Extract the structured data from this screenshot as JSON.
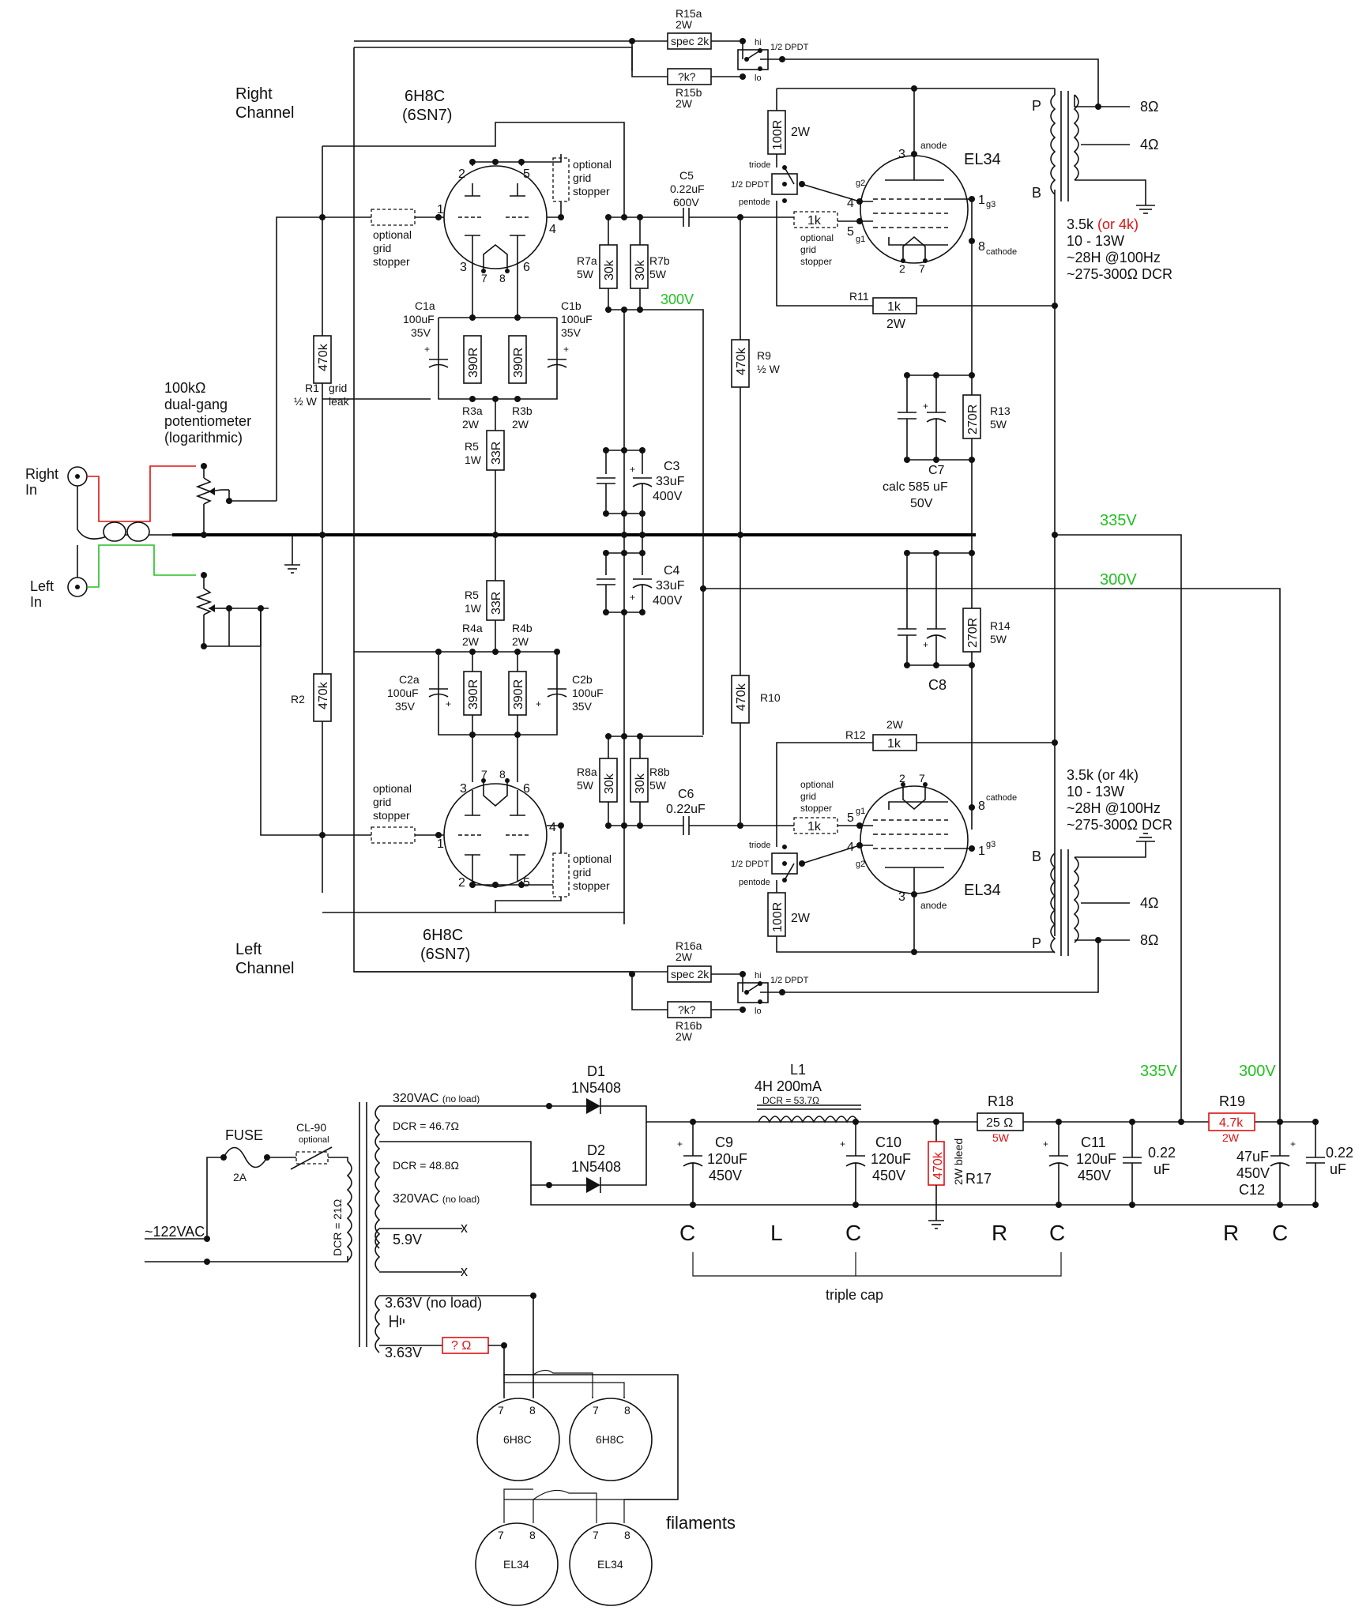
{
  "channels": {
    "right": "Right\nChannel",
    "left": "Left\nChannel"
  },
  "inputs": {
    "right": "Right\nIn",
    "left": "Left\nIn",
    "pot": "100kΩ\ndual-gang\npotentiometer\n(logarithmic)"
  },
  "tubes": {
    "driver_top": "6H8C\n(6SN7)",
    "driver_bottom": "6H8C\n(6SN7)",
    "power_top": "EL34",
    "power_bottom": "EL34",
    "pins": {
      "p1": "1",
      "p2": "2",
      "p3": "3",
      "p4": "4",
      "p5": "5",
      "p6": "6",
      "p7": "7",
      "p8": "8"
    },
    "anode": "anode",
    "cathode": "cathode",
    "g1": "g1",
    "g2": "g2",
    "g3": "g3"
  },
  "top": {
    "R15a": "R15a\n2W",
    "R15a_value": "spec 2k",
    "R15b": "R15b\n2W",
    "R15b_value": "?k?",
    "switch_hi": "hi",
    "switch_lo": "lo",
    "switch_label": "1/2 DPDT",
    "grid_stopper": "optional\ngrid\nstopper",
    "C1a": "C1a\n100uF\n35V",
    "C1b": "C1b\n100uF\n35V",
    "R3a": "R3a\n2W",
    "R3b": "R3b\n2W",
    "R3_value": "390R",
    "R1": "R1\n½ W",
    "R1_value": "470k",
    "grid_leak": "grid\nleak",
    "R5": "R5\n1W",
    "R5_value": "33R",
    "R7a": "R7a\n5W",
    "R7b": "R7b\n5W",
    "R7_value": "30k",
    "C5": "C5\n0.22uF\n600V",
    "v300": "300V",
    "C3": "C3\n33uF\n400V",
    "R9": "R9\n½ W",
    "R9_value": "470k",
    "R100": "100R",
    "R100_w": "2W",
    "triode": "triode",
    "dpdt": "1/2 DPDT",
    "pentode": "pentode",
    "R1k": "1k",
    "R11": "R11",
    "R11_w": "2W",
    "R13": "R13\n5W",
    "R13_value": "270R",
    "C7": "C7\ncalc 585 uF\n50V",
    "ot_specs_a": "3.5k",
    "ot_specs_alt": "(or 4k)",
    "ot_specs_rest": "10 - 13W\n~28H @100Hz\n~275-300Ω DCR",
    "P": "P",
    "B": "B",
    "ohm8": "8Ω",
    "ohm4": "4Ω"
  },
  "bottom": {
    "R2": "R2",
    "R2_value": "470k",
    "R5": "R5\n1W",
    "R5_value": "33R",
    "R4a": "R4a\n2W",
    "R4b": "R4b\n2W",
    "C2a": "C2a\n100uF\n35V",
    "C2b": "C2b\n100uF\n35V",
    "R390": "390R",
    "C4": "C4\n33uF\n400V",
    "R10": "R10",
    "R10_value": "470k",
    "R14": "R14\n5W",
    "R14_value": "270R",
    "C8": "C8",
    "R12": "R12",
    "R12_w": "2W",
    "R8a": "R8a\n5W",
    "R8b": "R8b\n5W",
    "C6": "C6\n0.22uF",
    "ot_specs": "3.5k (or 4k)\n10 - 13W\n~28H @100Hz\n~275-300Ω DCR",
    "R16a": "R16a\n2W",
    "R16b": "R16b\n2W",
    "v335": "335V",
    "v300": "300V"
  },
  "psu": {
    "v335": "335V",
    "v300": "300V",
    "sec_top": "320VAC (no load)",
    "sec_bot": "320VAC (no load)",
    "dcr_a": "DCR = 46.7Ω",
    "dcr_b": "DCR = 48.8Ω",
    "dcr_p": "DCR = 21Ω",
    "fuse": "FUSE",
    "fuse_val": "2A",
    "cl90": "CL-90",
    "cl90_opt": "optional",
    "mains": "~122VAC",
    "D1": "D1\n1N5408",
    "D2": "D2\n1N5408",
    "L1": "L1\n4H 200mA",
    "L1_dcr": "DCR = 53.7Ω",
    "C9": "C9\n120uF\n450V",
    "C10": "C10\n120uF\n450V",
    "R17_value": "470k",
    "R17": "2W bleed",
    "R17_name": "R17",
    "R18": "R18",
    "R18_value": "25 Ω",
    "R18_w": "5W",
    "C11": "C11\n120uF\n450V",
    "c022a": "0.22\nuF",
    "R19": "R19",
    "R19_value": "4.7k",
    "R19_w": "2W",
    "C12": "47uF\n450V\nC12",
    "c022b": "0.22\nuF",
    "filter_letters": [
      "C",
      "L",
      "C",
      "R",
      "C",
      "R",
      "C"
    ],
    "triple_cap": "triple cap",
    "v59": "5.9V",
    "v363a": "3.63V (no load)",
    "v363b": "3.63V",
    "x": "x",
    "r_unknown": "? Ω",
    "filaments": "filaments",
    "fil_6h8c": "6H8C",
    "fil_el34": "EL34"
  },
  "colors": {
    "green": "#22c022",
    "red": "#dd1111"
  }
}
